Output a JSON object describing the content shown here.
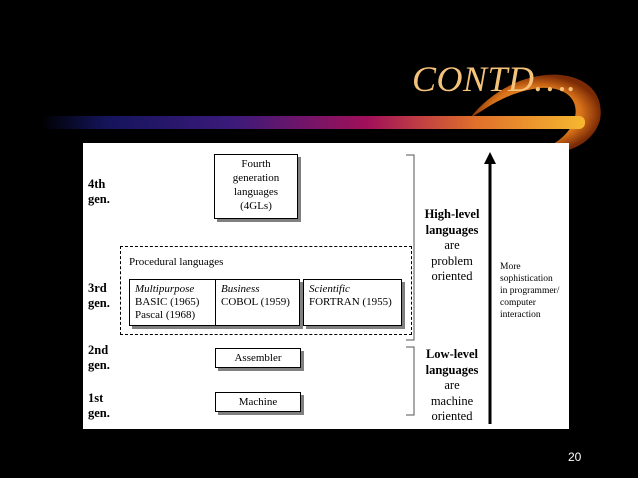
{
  "slide": {
    "title": "CONTD….",
    "page_number": "20"
  },
  "diagram": {
    "generations": {
      "gen4": [
        "4th",
        "gen."
      ],
      "gen3": [
        "3rd",
        "gen."
      ],
      "gen2": [
        "2nd",
        "gen."
      ],
      "gen1": [
        "1st",
        "gen."
      ]
    },
    "fourth_generation_box": [
      "Fourth",
      "generation",
      "languages",
      "(4GLs)"
    ],
    "procedural_group_label": "Procedural languages",
    "procedural": {
      "multipurpose": {
        "heading": "Multipurpose",
        "lines": [
          "BASIC (1965)",
          "Pascal  (1968)"
        ]
      },
      "business": {
        "heading": "Business",
        "lines": [
          "COBOL (1959)"
        ]
      },
      "scientific": {
        "heading": "Scientific",
        "lines": [
          "FORTRAN (1955)"
        ]
      }
    },
    "assembler_label": "Assembler",
    "machine_label": "Machine",
    "high_level": {
      "bold": [
        "High-level",
        "languages"
      ],
      "rest": [
        "are",
        "problem",
        "oriented"
      ]
    },
    "low_level": {
      "bold": [
        "Low-level",
        "languages"
      ],
      "rest": [
        "are",
        "machine",
        "oriented"
      ]
    },
    "arrow_caption": [
      "More",
      "sophistication",
      "in programmer/",
      "computer",
      "interaction"
    ]
  }
}
